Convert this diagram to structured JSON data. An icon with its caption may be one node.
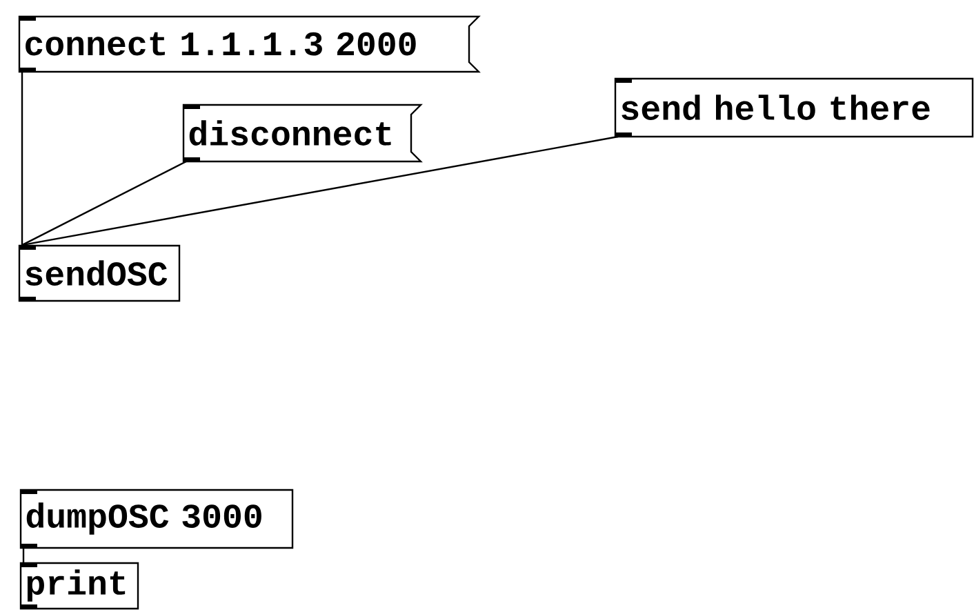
{
  "diagram": {
    "nodes": [
      {
        "text": [
          "connect 1.1.1.3 2000"
        ]
      },
      {
        "text": [
          "disconnect"
        ]
      },
      {
        "text": [
          "send hello there"
        ]
      },
      {
        "text": [
          "sendOSC"
        ]
      },
      {
        "text": [
          "dumpOSC 3000"
        ]
      },
      {
        "text": [
          "print"
        ]
      }
    ],
    "edges": [
      {
        "from": 0,
        "to": 3,
        "arrow": "none"
      },
      {
        "from": 1,
        "to": 3,
        "arrow": "none"
      },
      {
        "from": 2,
        "to": 3,
        "arrow": "none"
      },
      {
        "from": 4,
        "to": 5,
        "arrow": "none"
      }
    ]
  }
}
